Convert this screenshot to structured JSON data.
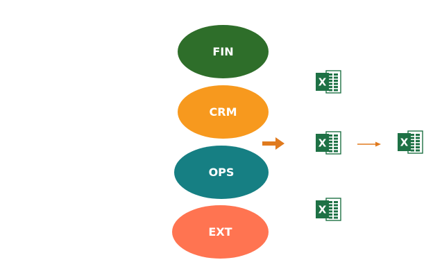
{
  "sources": [
    {
      "label": "FIN",
      "color": "#2E6E2A"
    },
    {
      "label": "CRM",
      "color": "#F7991E"
    },
    {
      "label": "OPS",
      "color": "#167F83"
    },
    {
      "label": "EXT",
      "color": "#FF7451"
    }
  ],
  "files": {
    "icon": "excel-file-icon",
    "letter": "X",
    "color": "#1E7145",
    "count_stage1": 3,
    "count_stage2": 1
  },
  "arrows": {
    "color": "#E07A1E"
  }
}
